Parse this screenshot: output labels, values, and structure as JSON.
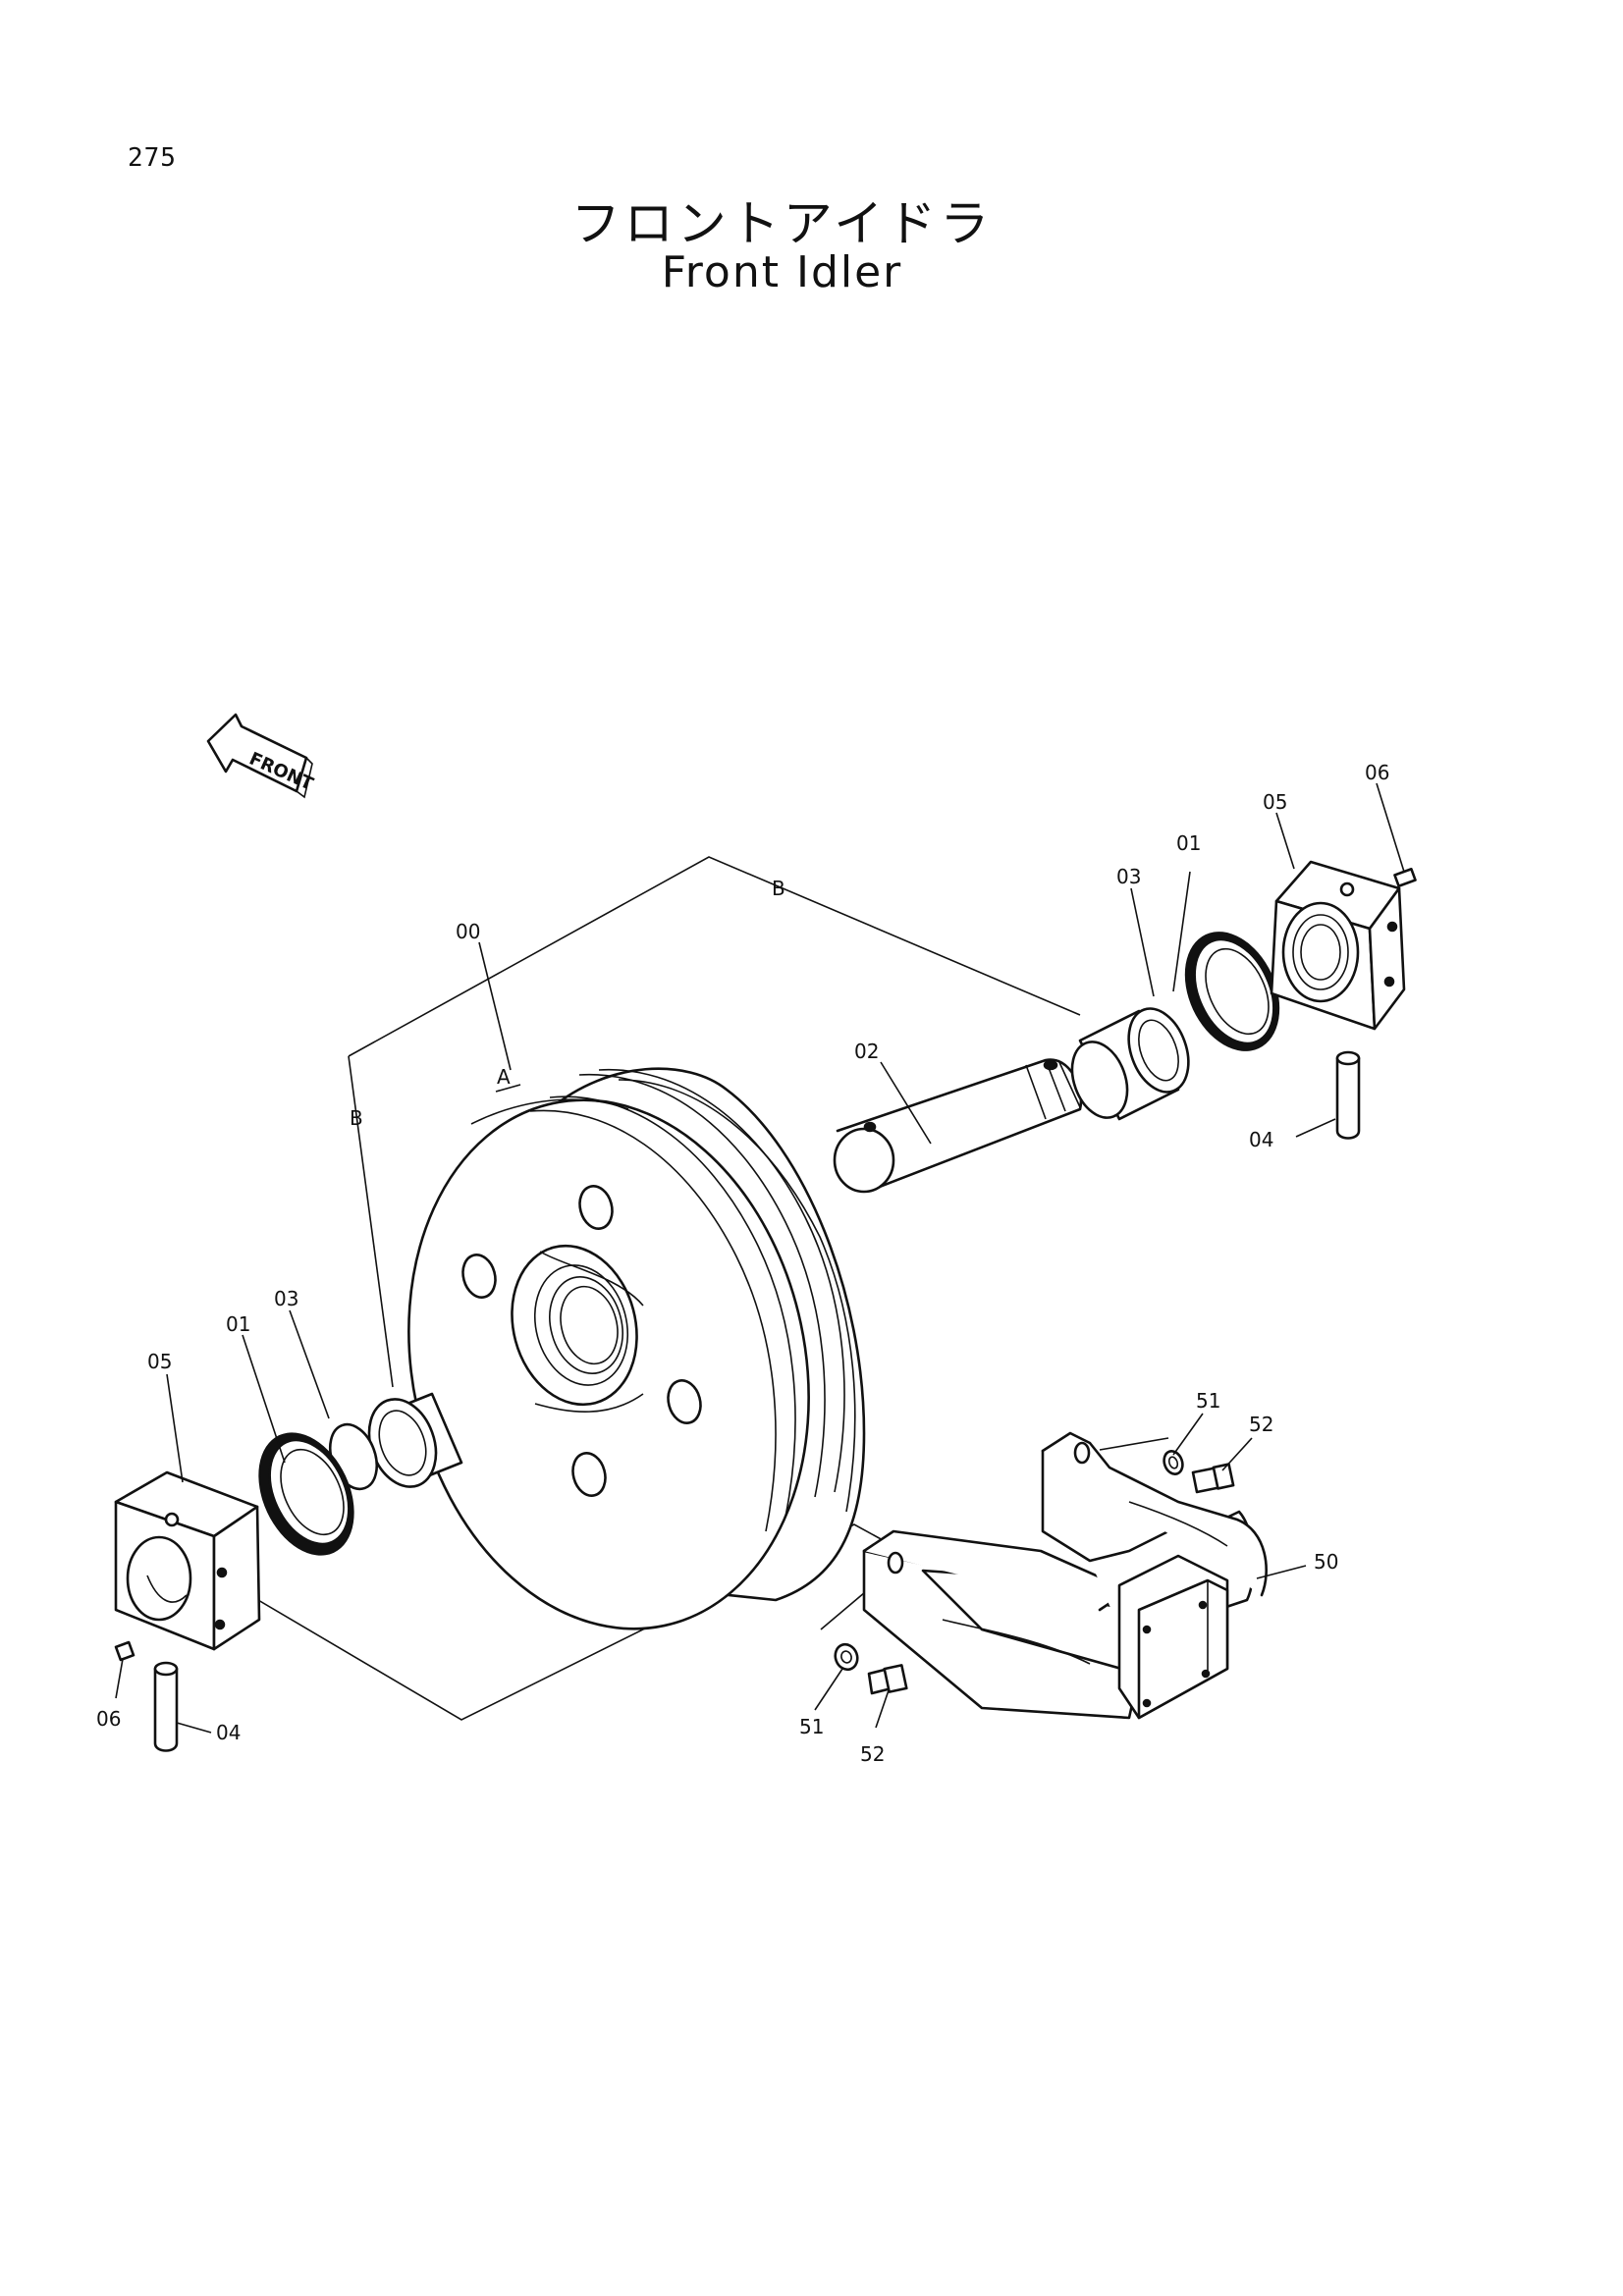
{
  "page_number": "275",
  "title": {
    "japanese": "フロントアイドラ",
    "english": "Front Idler"
  },
  "front_arrow_label": "FRONT",
  "callouts": {
    "assembly": "00",
    "group_a": "A",
    "group_b": "B",
    "seal": "01",
    "shaft": "02",
    "bushing": "03",
    "pin": "04",
    "bearing_block": "05",
    "plug": "06",
    "yoke": "50",
    "washer": "51",
    "bolt": "52"
  }
}
